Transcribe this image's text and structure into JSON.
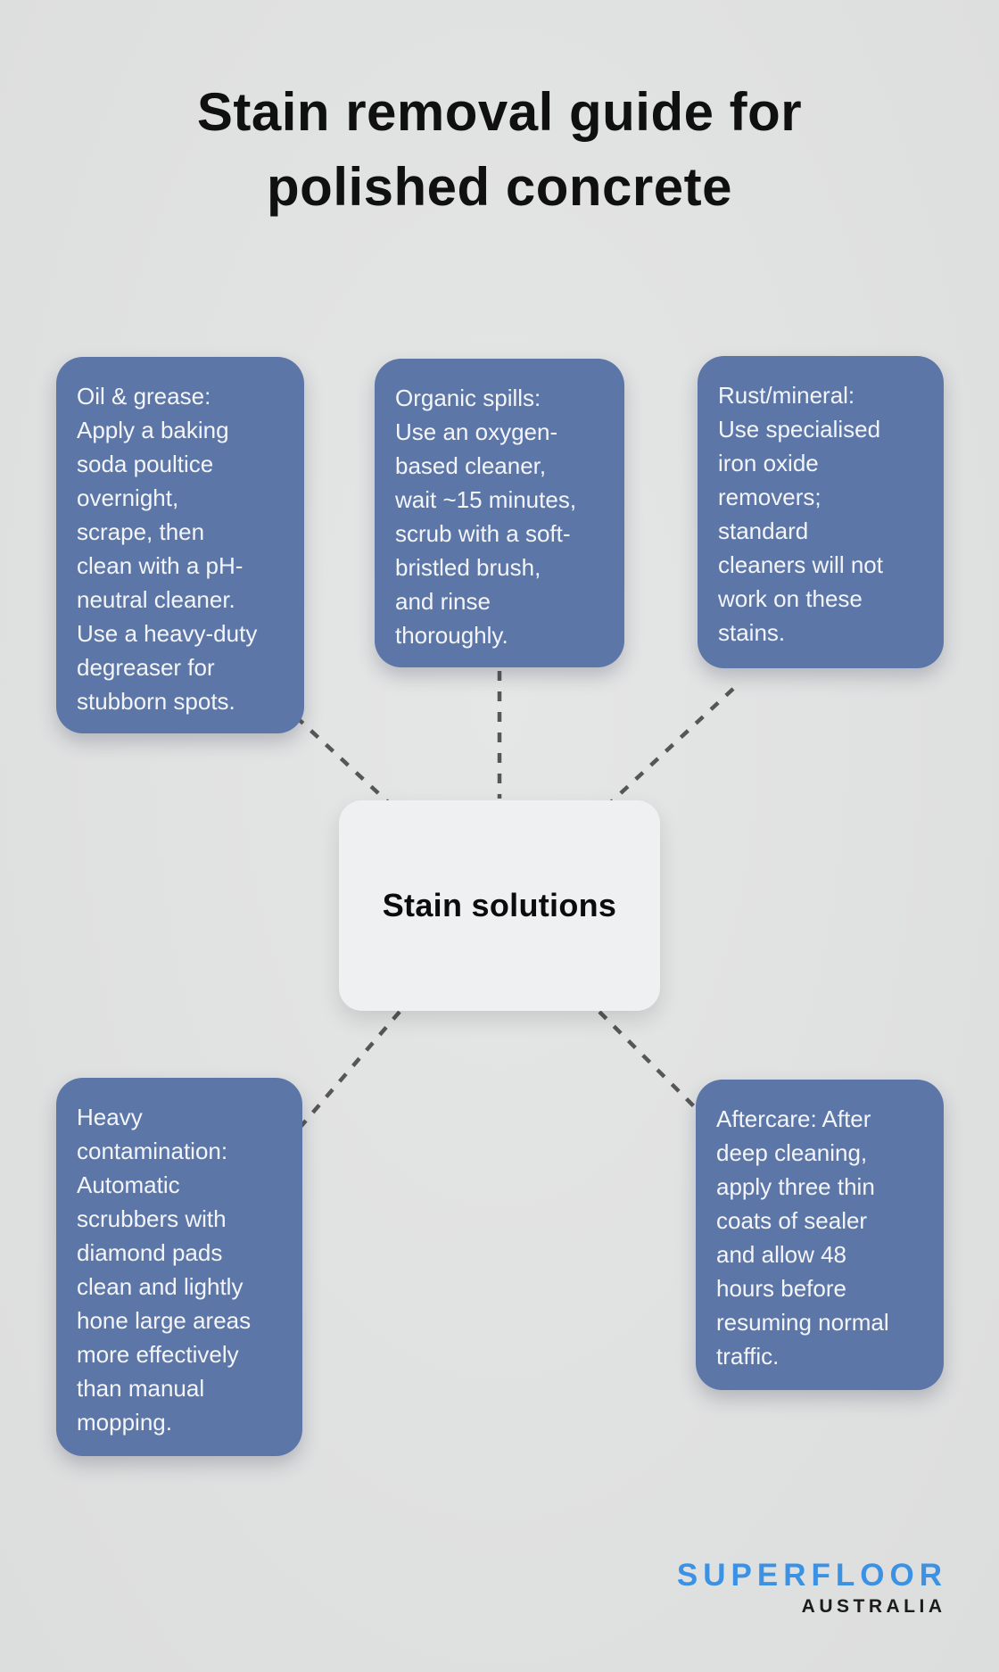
{
  "page": {
    "background_color": "#e0e1e1",
    "title": "Stain removal guide for\npolished concrete"
  },
  "diagram": {
    "center_label": "Stain solutions",
    "node_fill_color": "#5c76a8",
    "node_text_color": "#f3f5f8",
    "center_fill_color": "#eef0f2",
    "connector_color": "#565656",
    "connector_style": "dashed",
    "nodes": [
      {
        "id": "oil-grease",
        "text": "Oil & grease:\nApply a baking\nsoda poultice\novernight,\nscrape, then\nclean with a pH-\nneutral cleaner.\nUse a heavy-duty\ndegreaser for\nstubborn spots."
      },
      {
        "id": "organic-spills",
        "text": "Organic spills:\nUse an oxygen-\nbased cleaner,\nwait ~15 minutes,\nscrub with a soft-\nbristled brush,\nand rinse\nthoroughly."
      },
      {
        "id": "rust-mineral",
        "text": "Rust/mineral:\nUse specialised\niron oxide\nremovers;\nstandard\ncleaners will not\nwork on these\nstains."
      },
      {
        "id": "heavy-contamination",
        "text": "Heavy\ncontamination:\nAutomatic\nscrubbers with\ndiamond pads\nclean and lightly\nhone large areas\nmore effectively\nthan manual\nmopping."
      },
      {
        "id": "aftercare",
        "text": "Aftercare: After\ndeep cleaning,\napply three thin\ncoats of sealer\nand allow 48\nhours before\nresuming normal\ntraffic."
      }
    ]
  },
  "branding": {
    "name": "SUPERFLOOR",
    "region": "AUSTRALIA",
    "name_color": "#3b92e4",
    "region_color": "#1b1b1b"
  }
}
